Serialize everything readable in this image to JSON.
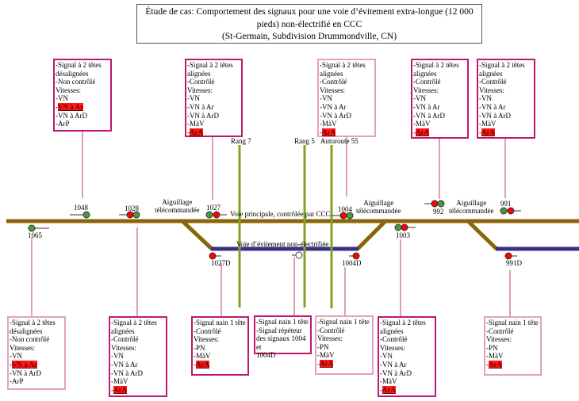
{
  "title": [
    "Étude de cas: Comportement des signaux pour une voie d’évitement extra-longue (12 000",
    "pieds) non-électrifié en CCC",
    "(St-Germain, Subdivision Drummondville, CN)"
  ],
  "colors": {
    "main_track": "#8b6508",
    "siding": "#3a3085",
    "road": "#7fa520",
    "signal_red": "#ff0000",
    "signal_green": "#4a9a3a",
    "box_border": "#c0186e",
    "box_border_light": "#e3a0c0"
  },
  "tracks": {
    "main_label": "Voie principale, contrôlée par CCC",
    "siding_label": "Voie d’évitement non-électrifiée",
    "switch_labels": [
      [
        "Aiguillage",
        "télécommandée"
      ],
      [
        "Aiguillage",
        "télécommandée"
      ],
      [
        "Aiguillage",
        "télécommandée"
      ]
    ]
  },
  "roads": [
    "Rang 7",
    "Rang 5",
    "Autoroute 55"
  ],
  "signals": [
    "1048",
    "1028",
    "1027",
    "1004",
    "992",
    "991",
    "1065",
    "1027D",
    "1004D",
    "1003",
    "991D"
  ],
  "boxes": [
    {
      "id": "1048",
      "lines": [
        {
          "t": "-Signal à 2 têtes"
        },
        {
          "t": "désalignées"
        },
        {
          "t": "-Non contrôlé"
        },
        {
          "t": "Vitesses:"
        },
        {
          "t": "-VN"
        },
        {
          "t": "-",
          "h": "VN à Ar"
        },
        {
          "t": "-VN à ArD"
        },
        {
          "t": "-ArP"
        }
      ]
    },
    {
      "id": "1027",
      "lines": [
        {
          "t": "-Signal à 2 têtes"
        },
        {
          "t": "alignées"
        },
        {
          "t": "-Contrôlé"
        },
        {
          "t": "Vitesses:"
        },
        {
          "t": "-VN"
        },
        {
          "t": "-VN à Ar"
        },
        {
          "t": "-VN à ArD"
        },
        {
          "t": "-MàV"
        },
        {
          "t": "-",
          "h": "ArA"
        }
      ]
    },
    {
      "id": "1004",
      "lines": [
        {
          "t": "-Signal à 2 têtes"
        },
        {
          "t": "alignées"
        },
        {
          "t": "-Contrôlé"
        },
        {
          "t": "Vitesses:"
        },
        {
          "t": "-VN"
        },
        {
          "t": "-VN à Ar"
        },
        {
          "t": "-VN à ArD"
        },
        {
          "t": "-MàV"
        },
        {
          "t": "-",
          "h": "ArA"
        }
      ]
    },
    {
      "id": "992",
      "lines": [
        {
          "t": "-Signal à 2 têtes"
        },
        {
          "t": "alignées"
        },
        {
          "t": "-Contrôlé"
        },
        {
          "t": "Vitesses:"
        },
        {
          "t": "-VN"
        },
        {
          "t": "-VN à Ar"
        },
        {
          "t": "-VN à ArD"
        },
        {
          "t": "-MàV"
        },
        {
          "t": "-",
          "h": "ArA"
        }
      ]
    },
    {
      "id": "991",
      "lines": [
        {
          "t": "-Signal à 2 têtes"
        },
        {
          "t": "alignées"
        },
        {
          "t": "-Contrôlé"
        },
        {
          "t": "Vitesses:"
        },
        {
          "t": "-VN"
        },
        {
          "t": "-VN à Ar"
        },
        {
          "t": "-VN à ArD"
        },
        {
          "t": "-MàV"
        },
        {
          "t": "-",
          "h": "ArA"
        }
      ]
    },
    {
      "id": "1065",
      "lines": [
        {
          "t": "-Signal à 2 têtes"
        },
        {
          "t": "désalignées"
        },
        {
          "t": "-Non contrôlé"
        },
        {
          "t": "Vitesses:"
        },
        {
          "t": "-VN"
        },
        {
          "t": "-",
          "h": "VN à Ar"
        },
        {
          "t": "-VN à ArD"
        },
        {
          "t": "-ArP"
        }
      ]
    },
    {
      "id": "1028",
      "lines": [
        {
          "t": "-Signal à 2 têtes"
        },
        {
          "t": "alignées"
        },
        {
          "t": "-Contrôlé"
        },
        {
          "t": "Vitesses:"
        },
        {
          "t": "-VN"
        },
        {
          "t": "-VN à Ar"
        },
        {
          "t": "-VN à ArD"
        },
        {
          "t": "-MàV"
        },
        {
          "t": "-",
          "h": "ArA"
        }
      ]
    },
    {
      "id": "1027D",
      "lines": [
        {
          "t": "-Signal nain 1 tête"
        },
        {
          "t": "-Contrôlé"
        },
        {
          "t": "Vitesses:"
        },
        {
          "t": "-PN"
        },
        {
          "t": "-MàV"
        },
        {
          "t": "-",
          "h": "ArA"
        }
      ]
    },
    {
      "id": "repeater",
      "lines": [
        {
          "t": "-Signal nain 1 tête"
        },
        {
          "t": "-Signal répéteur"
        },
        {
          "t": "des signaux 1004 et"
        },
        {
          "t": "1004D"
        }
      ]
    },
    {
      "id": "1004D",
      "lines": [
        {
          "t": "-Signal nain 1 tête"
        },
        {
          "t": "-Contrôlé"
        },
        {
          "t": "Vitesses:"
        },
        {
          "t": "-PN"
        },
        {
          "t": "-MàV"
        },
        {
          "t": "-",
          "h": "ArA"
        }
      ]
    },
    {
      "id": "1003",
      "lines": [
        {
          "t": "-Signal à 2 têtes"
        },
        {
          "t": "alignées"
        },
        {
          "t": "-Contrôlé"
        },
        {
          "t": "Vitesses:"
        },
        {
          "t": "-VN"
        },
        {
          "t": "-VN à Ar"
        },
        {
          "t": "-VN à ArD"
        },
        {
          "t": "-MàV"
        },
        {
          "t": "-",
          "h": "ArA"
        }
      ]
    },
    {
      "id": "991D",
      "lines": [
        {
          "t": "-Signal nain 1 tête"
        },
        {
          "t": "-Contrôlé"
        },
        {
          "t": "Vitesses:"
        },
        {
          "t": "-PN"
        },
        {
          "t": "-MàV"
        },
        {
          "t": "-",
          "h": "ArA"
        }
      ]
    }
  ]
}
